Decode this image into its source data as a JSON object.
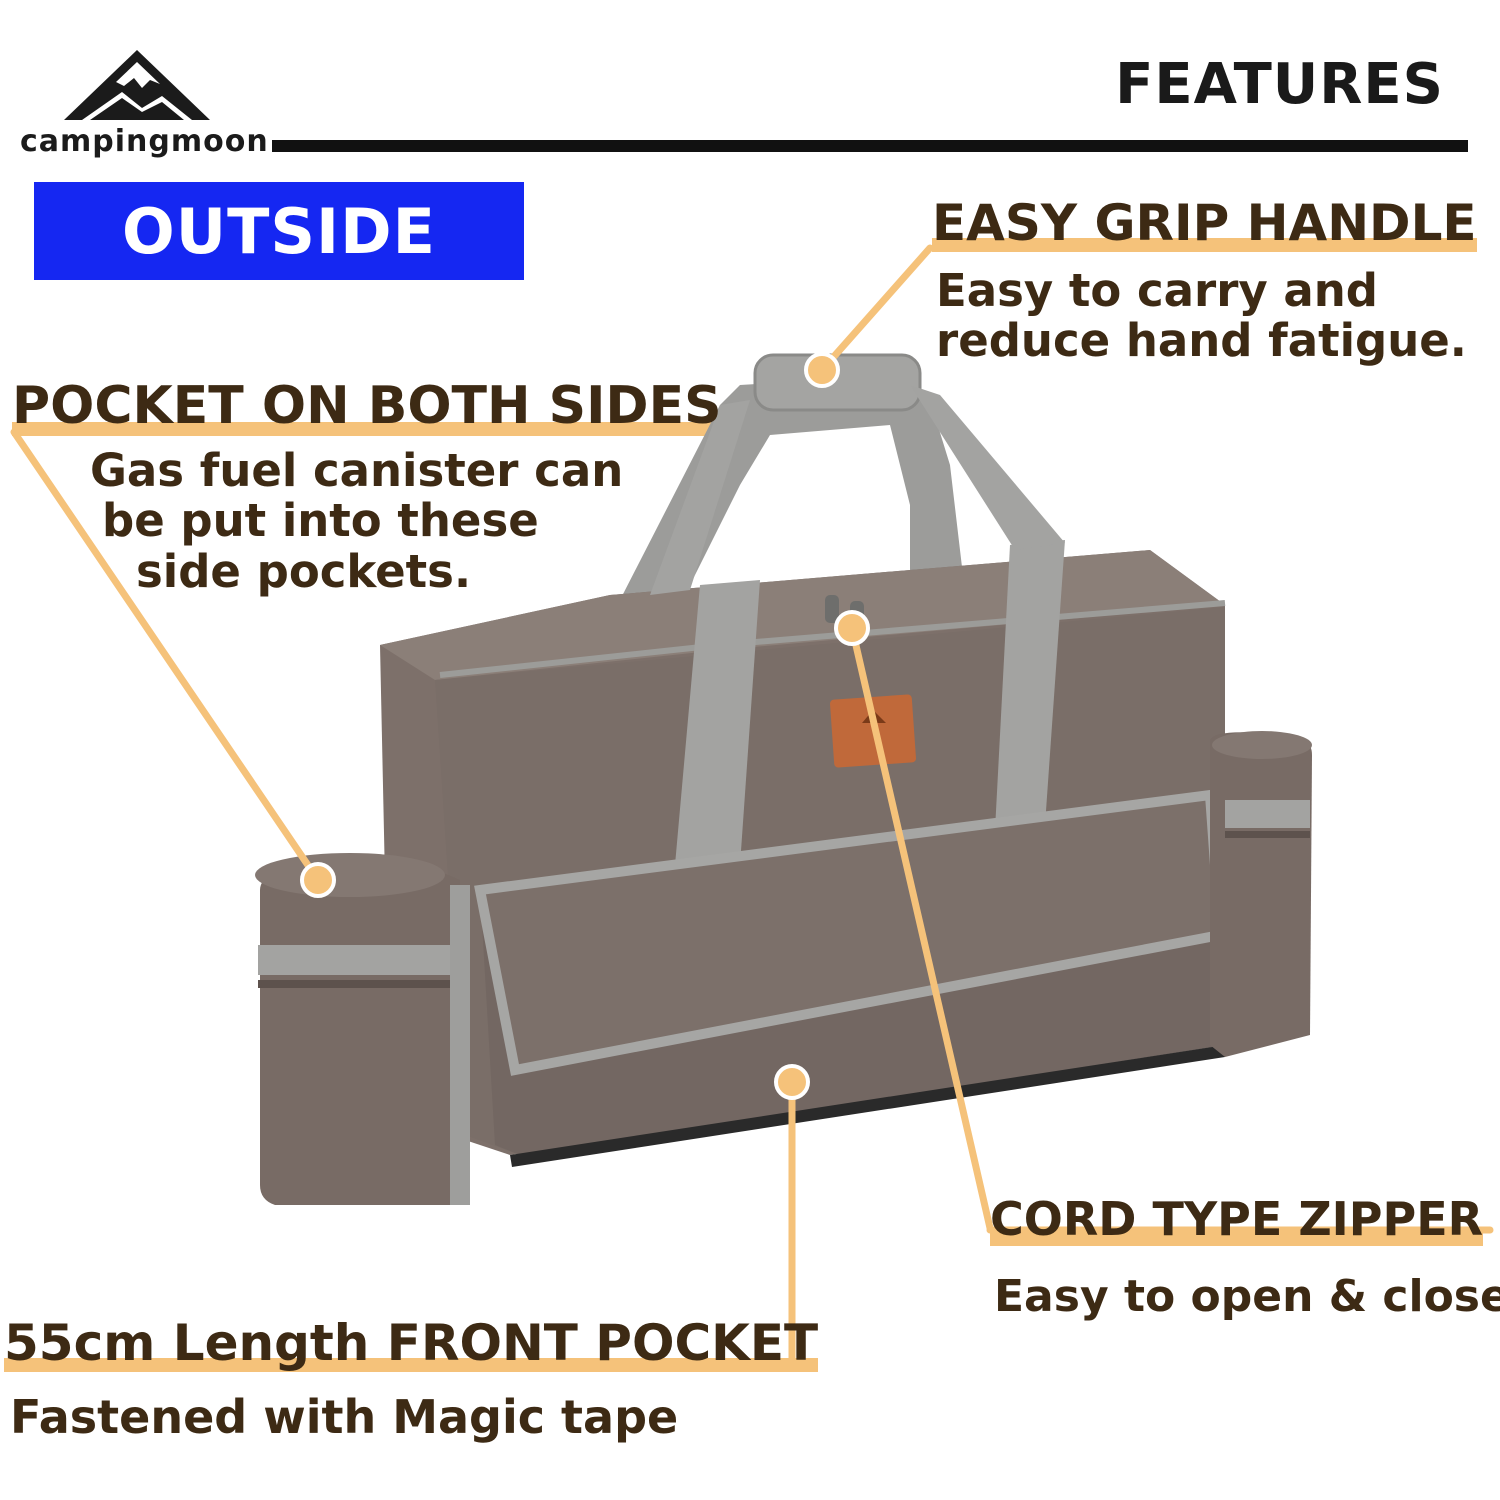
{
  "brand": {
    "name": "campingmoon",
    "logo_icon": "mountain-icon"
  },
  "header": {
    "title": "FEATURES"
  },
  "section_tag": "OUTSIDE",
  "features": {
    "grip": {
      "title": "EASY GRIP HANDLE",
      "desc_line1": "Easy to carry and",
      "desc_line2": "reduce hand fatigue."
    },
    "pocket_sides": {
      "title": "POCKET ON BOTH SIDES",
      "desc_line1": "Gas fuel canister can",
      "desc_line2": "be put into these",
      "desc_line3": "side pockets."
    },
    "zipper": {
      "title": "CORD TYPE ZIPPER",
      "desc": "Easy to open & close"
    },
    "front_pocket": {
      "title": "55cm Length FRONT POCKET",
      "desc": "Fastened with Magic tape"
    }
  },
  "colors": {
    "accent_blue": "#1527f2",
    "highlight": "#f5c27a",
    "text_brown": "#3d2a14",
    "bag_body": "#7a6d66",
    "bag_trim": "#a3a3a1"
  }
}
